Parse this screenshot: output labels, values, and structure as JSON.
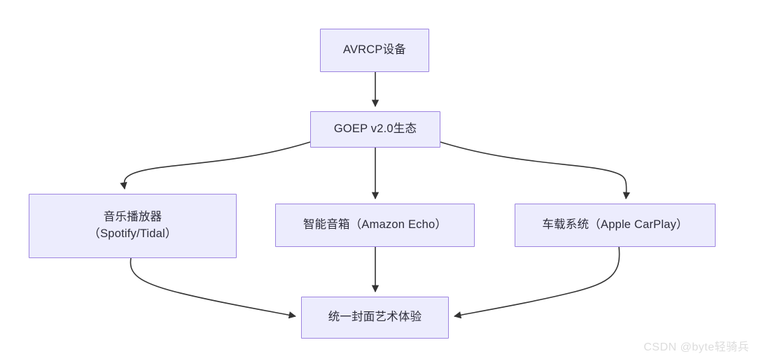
{
  "diagram": {
    "type": "flowchart",
    "background_color": "#ffffff",
    "node_fill_color": "#ececfd",
    "node_border_color": "#9d84e0",
    "node_text_color": "#2d2d3a",
    "edge_color": "#333333",
    "nodes": [
      {
        "id": "avrcp",
        "label": "AVRCP设备"
      },
      {
        "id": "goep",
        "label": "GOEP v2.0生态"
      },
      {
        "id": "player",
        "label": "音乐播放器\n（Spotify/Tidal）"
      },
      {
        "id": "speaker",
        "label": "智能音箱（Amazon Echo）"
      },
      {
        "id": "car",
        "label": "车载系统（Apple CarPlay）"
      },
      {
        "id": "unified",
        "label": "统一封面艺术体验"
      }
    ],
    "edges": [
      {
        "from": "avrcp",
        "to": "goep",
        "style": "straight"
      },
      {
        "from": "goep",
        "to": "player",
        "style": "curved"
      },
      {
        "from": "goep",
        "to": "speaker",
        "style": "straight"
      },
      {
        "from": "goep",
        "to": "car",
        "style": "curved"
      },
      {
        "from": "player",
        "to": "unified",
        "style": "curved"
      },
      {
        "from": "speaker",
        "to": "unified",
        "style": "straight"
      },
      {
        "from": "car",
        "to": "unified",
        "style": "curved"
      }
    ]
  },
  "watermark": {
    "text": "CSDN @byte轻骑兵",
    "color": "#dcdcdc"
  }
}
